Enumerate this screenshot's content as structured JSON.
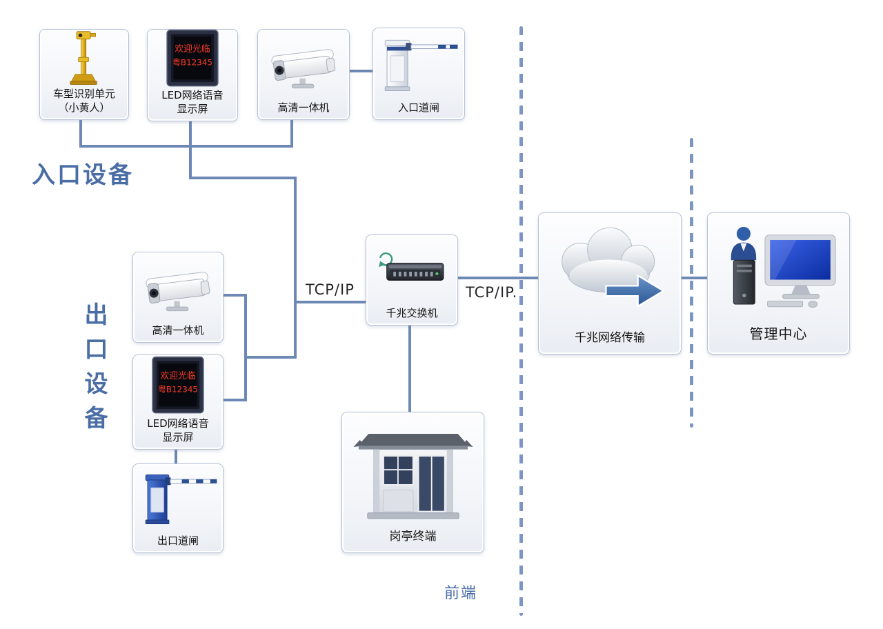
{
  "labels": {
    "entrance_group": "入口设备",
    "exit_group": "出口设备",
    "front_end": "前端",
    "tcpip_left": "TCP/IP",
    "tcpip_right": "TCP/IP."
  },
  "led_screen": {
    "line1": "欢迎光临",
    "line2": "粤B12345"
  },
  "nodes": {
    "vehicle_recognition": {
      "line1": "车型识别单元",
      "line2": "（小黄人）"
    },
    "led_entrance": {
      "line1": "LED网络语音",
      "line2": "显示屏"
    },
    "camera_entrance": {
      "label": "高清一体机"
    },
    "entrance_gate": {
      "label": "入口道闸"
    },
    "camera_exit": {
      "label": "高清一体机"
    },
    "led_exit": {
      "line1": "LED网络语音",
      "line2": "显示屏"
    },
    "exit_gate": {
      "label": "出口道闸"
    },
    "switch": {
      "label": "千兆交换机"
    },
    "booth": {
      "label": "岗亭终端"
    },
    "network": {
      "label": "千兆网络传输"
    },
    "management": {
      "label": "管理中心"
    }
  },
  "colors": {
    "accent_blue": "#4a6da6",
    "connector": "#6d88b4",
    "led_red": "#ff3a24"
  }
}
